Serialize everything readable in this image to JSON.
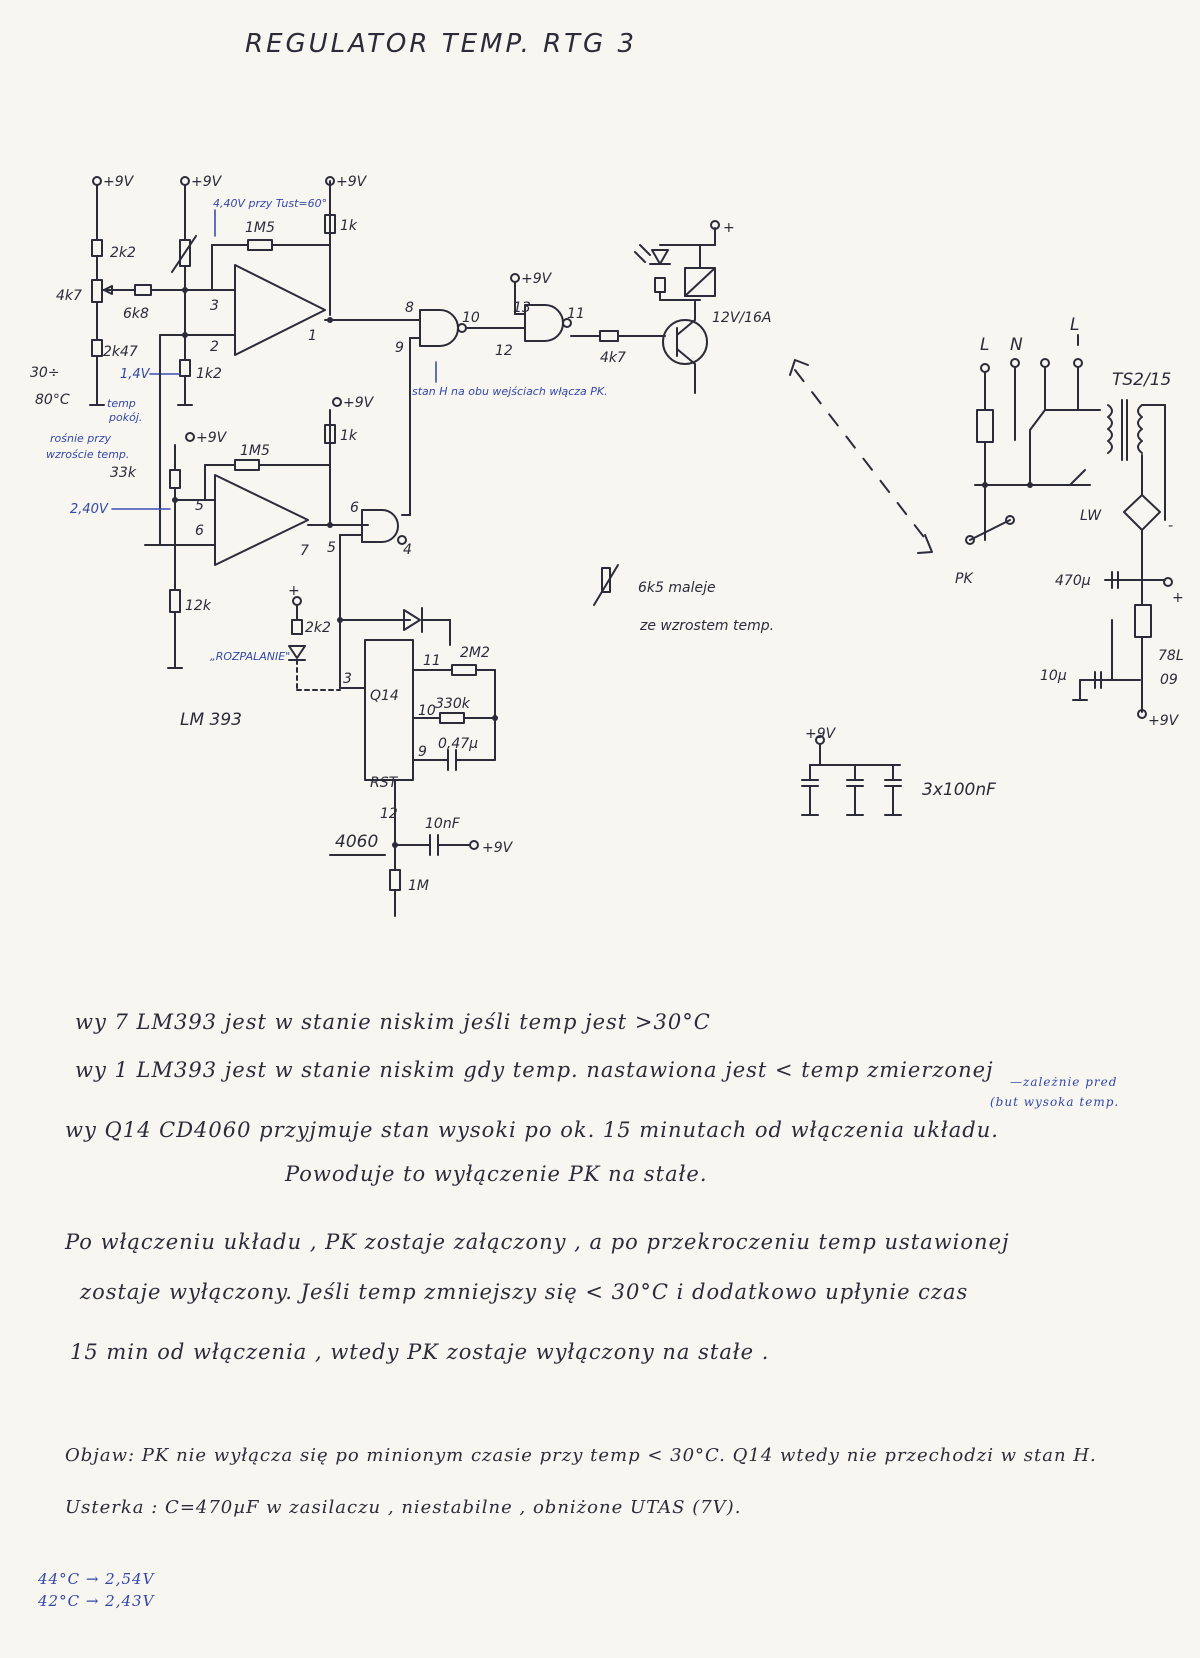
{
  "title": "REGULATOR TEMP.  RTG 3",
  "labels": {
    "vcc": "+9V",
    "vcc2": "+9V",
    "vcc3": "+9V",
    "vcc4": "+9V",
    "vcc5": "+9V",
    "vcc6": "+9V",
    "vcc7": "+9V",
    "vcc8": "+9V",
    "vcc9": "+9V",
    "plus": "+",
    "plus2": "+",
    "plus3": "+",
    "r_2k2": "2k2",
    "r_4k7": "4k7",
    "r_6k8": "6k8",
    "r_2k47": "2k47",
    "range": "30÷",
    "range2": "80°C",
    "pot_label": "temp",
    "pot_label2": "pokój.",
    "rises1": "rośnie przy",
    "rises2": "wzroście temp.",
    "r_33k": "33k",
    "v_440": "4,40V przy Tust=60°",
    "r_1m5": "1M5",
    "r_1k": "1k",
    "r_1k_b": "1k",
    "v_14": "1,4V",
    "r_1k2": "1k2",
    "r_1m5_b": "1M5",
    "v_240": "2,40V",
    "r_12k": "12k",
    "r_2k2_b": "2k2",
    "led_label": "„ROZPALANIE\"",
    "ic1": "LM 393",
    "ic2": "4060",
    "q14": "Q14",
    "rst": "RST",
    "r_2m2": "2M2",
    "r_330k": "330k",
    "c_047": "0,47µ",
    "c_10n": "10nF",
    "r_1m": "1M",
    "relay": "12V/16A",
    "r_4k7_b": "4k7",
    "state_note": "stan H na obu wejściach włącza PK.",
    "thermistor_note1": "6k5 maleje",
    "thermistor_note2": "ze wzrostem temp.",
    "caps": "3x100nF",
    "transformer": "TS2/15",
    "pk": "PK",
    "c_470": "470µ",
    "reg": "78L",
    "reg2": "09",
    "c_10u": "10µ",
    "lw": "LW",
    "L": "L",
    "N": "N",
    "L2": "L",
    "pins": {
      "p1": "1",
      "p2": "2",
      "p3": "3",
      "p5": "5",
      "p6": "6",
      "p7": "7",
      "g8": "8",
      "g9": "9",
      "g10": "10",
      "g11": "11",
      "g12": "12",
      "g13": "13",
      "g5": "5",
      "g6": "6",
      "g4": "4",
      "c3": "3",
      "c9": "9",
      "c10": "10",
      "c11": "11",
      "c12": "12"
    }
  },
  "notes": [
    "wy 7  LM393  jest w stanie niskim jeśli  temp  jest  >30°C",
    "wy 1   LM393   jest w stanie  niskim  gdy  temp.  nastawiona  jest   < temp  zmierzonej",
    "wy Q14   CD4060     przyjmuje  stan  wysoki   po  ok.  15 minutach  od  włączenia   układu.",
    "Powoduje   to   wyłączenie    PK  na   stałe.",
    "Po  włączeniu    układu ,  PK  zostaje  załączony   ,  a   po   przekroczeniu   temp  ustawionej",
    "zostaje  wyłączony.  Jeśli    temp     zmniejszy  się    < 30°C    i    dodatkowo   upłynie   czas",
    "15 min     od  włączenia   , wtedy    PK     zostaje   wyłączony   na   stałe .",
    "Objaw:  PK nie wyłącza się  po  minionym   czasie   przy  temp < 30°C.  Q14  wtedy  nie  przechodzi   w stan H.",
    "Usterka :    C=470µF  w zasilaczu ,  niestabilne ,  obniżone      UTAS  (7V)."
  ],
  "hysteresis_note": "—zależnie pred",
  "hysteresis_note2": "(but wysoka temp.",
  "readings": [
    "44°C → 2,54V",
    "42°C → 2,43V"
  ]
}
